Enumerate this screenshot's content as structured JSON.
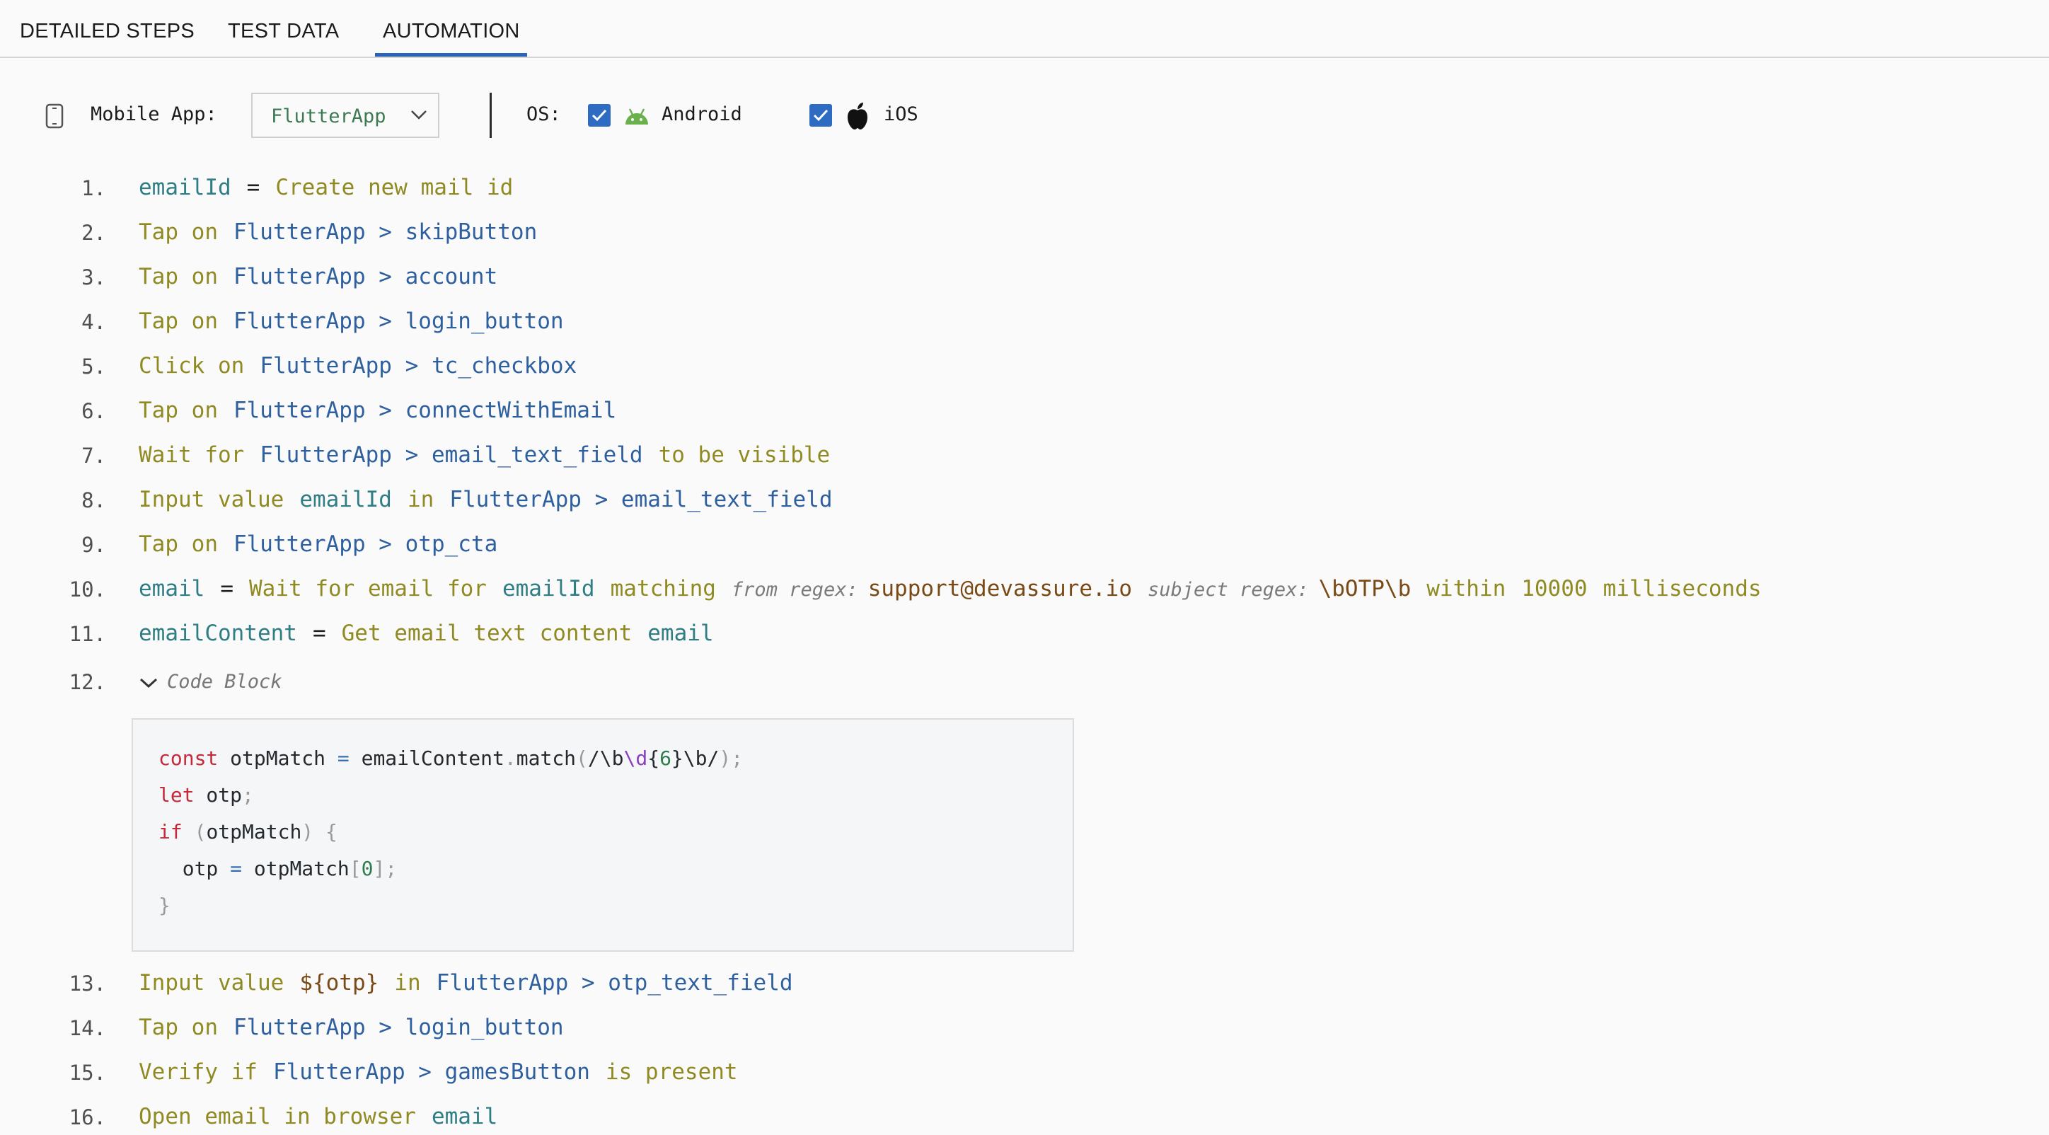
{
  "tabs": [
    {
      "label": "DETAILED STEPS",
      "active": false
    },
    {
      "label": "TEST DATA",
      "active": false
    },
    {
      "label": "AUTOMATION",
      "active": true
    }
  ],
  "toolbar": {
    "mobile_app_label": "Mobile App:",
    "mobile_app_value": "FlutterApp",
    "os_label": "OS:",
    "android_label": "Android",
    "android_checked": true,
    "ios_label": "iOS",
    "ios_checked": true,
    "icons": [
      "phone-icon",
      "chevron-down-icon",
      "android-icon",
      "apple-icon",
      "check-icon"
    ]
  },
  "colors": {
    "accent": "#2a63b8",
    "checkbox": "#2e6cc4",
    "keyword": "#8f8a22",
    "variable": "#2f7d85",
    "target": "#2e5f9e",
    "string": "#7a4a16",
    "app_value": "#3d7a52",
    "code_keyword": "#c62a3a"
  },
  "steps": [
    {
      "num": "1.",
      "tokens": [
        {
          "text": "emailId",
          "kind": "v"
        },
        {
          "text": "=",
          "kind": "op"
        },
        {
          "text": "Create new mail id",
          "kind": "k"
        }
      ]
    },
    {
      "num": "2.",
      "tokens": [
        {
          "text": "Tap on",
          "kind": "k"
        },
        {
          "text": "FlutterApp > skipButton",
          "kind": "t"
        }
      ]
    },
    {
      "num": "3.",
      "tokens": [
        {
          "text": "Tap on",
          "kind": "k"
        },
        {
          "text": "FlutterApp > account",
          "kind": "t"
        }
      ]
    },
    {
      "num": "4.",
      "tokens": [
        {
          "text": "Tap on",
          "kind": "k"
        },
        {
          "text": "FlutterApp > login_button",
          "kind": "t"
        }
      ]
    },
    {
      "num": "5.",
      "tokens": [
        {
          "text": "Click on",
          "kind": "k"
        },
        {
          "text": "FlutterApp > tc_checkbox",
          "kind": "t"
        }
      ]
    },
    {
      "num": "6.",
      "tokens": [
        {
          "text": "Tap on",
          "kind": "k"
        },
        {
          "text": "FlutterApp > connectWithEmail",
          "kind": "t"
        }
      ]
    },
    {
      "num": "7.",
      "tokens": [
        {
          "text": "Wait for",
          "kind": "k"
        },
        {
          "text": "FlutterApp > email_text_field",
          "kind": "t"
        },
        {
          "text": "to be visible",
          "kind": "k"
        }
      ]
    },
    {
      "num": "8.",
      "tokens": [
        {
          "text": "Input value",
          "kind": "k"
        },
        {
          "text": "emailId",
          "kind": "v"
        },
        {
          "text": "in",
          "kind": "k"
        },
        {
          "text": "FlutterApp > email_text_field",
          "kind": "t"
        }
      ]
    },
    {
      "num": "9.",
      "tokens": [
        {
          "text": "Tap on",
          "kind": "k"
        },
        {
          "text": "FlutterApp > otp_cta",
          "kind": "t"
        }
      ]
    },
    {
      "num": "10.",
      "tokens": [
        {
          "text": "email",
          "kind": "v"
        },
        {
          "text": "=",
          "kind": "op"
        },
        {
          "text": "Wait for email for",
          "kind": "k"
        },
        {
          "text": "emailId",
          "kind": "v"
        },
        {
          "text": "matching",
          "kind": "k"
        },
        {
          "text": "from regex:",
          "kind": "lbl"
        },
        {
          "text": "support@devassure.io",
          "kind": "s"
        },
        {
          "text": "subject regex:",
          "kind": "lbl"
        },
        {
          "text": "\\bOTP\\b",
          "kind": "s"
        },
        {
          "text": "within",
          "kind": "k"
        },
        {
          "text": "10000",
          "kind": "n"
        },
        {
          "text": "milliseconds",
          "kind": "k"
        }
      ]
    },
    {
      "num": "11.",
      "tokens": [
        {
          "text": "emailContent",
          "kind": "v"
        },
        {
          "text": "=",
          "kind": "op"
        },
        {
          "text": "Get email text content",
          "kind": "k"
        },
        {
          "text": "email",
          "kind": "v"
        }
      ]
    },
    {
      "num": "12.",
      "tokens": []
    },
    {
      "num": "13.",
      "tokens": [
        {
          "text": "Input value",
          "kind": "k"
        },
        {
          "text": "${otp}",
          "kind": "s"
        },
        {
          "text": "in",
          "kind": "k"
        },
        {
          "text": "FlutterApp > otp_text_field",
          "kind": "t"
        }
      ]
    },
    {
      "num": "14.",
      "tokens": [
        {
          "text": "Tap on",
          "kind": "k"
        },
        {
          "text": "FlutterApp > login_button",
          "kind": "t"
        }
      ]
    },
    {
      "num": "15.",
      "tokens": [
        {
          "text": "Verify if",
          "kind": "k"
        },
        {
          "text": "FlutterApp > gamesButton",
          "kind": "t"
        },
        {
          "text": "is present",
          "kind": "k"
        }
      ]
    },
    {
      "num": "16.",
      "tokens": [
        {
          "text": "Open email in browser",
          "kind": "k"
        },
        {
          "text": "email",
          "kind": "v"
        }
      ]
    }
  ],
  "code_block": {
    "header": "Code Block",
    "lines": [
      [
        {
          "t": "const",
          "c": "ck"
        },
        {
          "t": " otpMatch ",
          "c": ""
        },
        {
          "t": "=",
          "c": "co"
        },
        {
          "t": " emailContent",
          "c": ""
        },
        {
          "t": ".",
          "c": "cp"
        },
        {
          "t": "match",
          "c": ""
        },
        {
          "t": "(",
          "c": "cp"
        },
        {
          "t": "/\\b",
          "c": ""
        },
        {
          "t": "\\d",
          "c": "cr"
        },
        {
          "t": "{",
          "c": ""
        },
        {
          "t": "6",
          "c": "cn"
        },
        {
          "t": "}\\b/",
          "c": ""
        },
        {
          "t": ");",
          "c": "cp"
        }
      ],
      [
        {
          "t": "let",
          "c": "ck"
        },
        {
          "t": " otp",
          "c": ""
        },
        {
          "t": ";",
          "c": "cp"
        }
      ],
      [
        {
          "t": "if",
          "c": "ck"
        },
        {
          "t": " ",
          "c": ""
        },
        {
          "t": "(",
          "c": "cp"
        },
        {
          "t": "otpMatch",
          "c": ""
        },
        {
          "t": ") {",
          "c": "cp"
        }
      ],
      [
        {
          "t": "  otp ",
          "c": ""
        },
        {
          "t": "=",
          "c": "co"
        },
        {
          "t": " otpMatch",
          "c": ""
        },
        {
          "t": "[",
          "c": "cp"
        },
        {
          "t": "0",
          "c": "cn"
        },
        {
          "t": "];",
          "c": "cp"
        }
      ],
      [
        {
          "t": "}",
          "c": "cp"
        }
      ]
    ]
  }
}
